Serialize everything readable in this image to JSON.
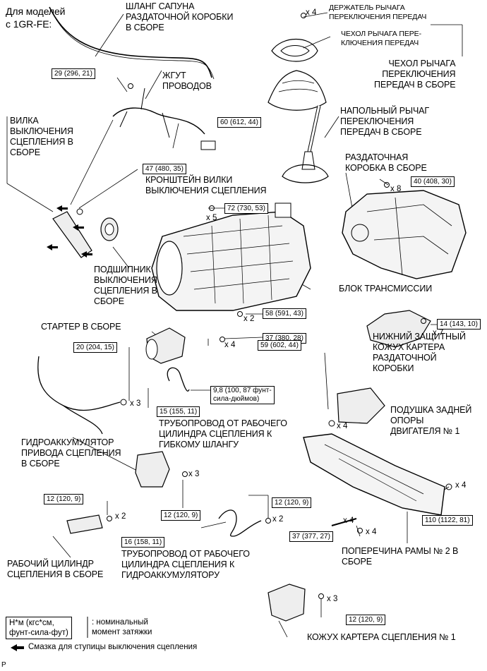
{
  "labels": {
    "models_note": "Для моделей\nс 1GR-FE:",
    "breather_hose": "ШЛАНГ САПУНА\nРАЗДАТОЧНОЙ КОРОБКИ\nВ СБОРЕ",
    "lever_retainer": "ДЕРЖАТЕЛЬ РЫЧАГА\nПЕРЕКЛЮЧЕНИЯ ПЕРЕДАЧ",
    "lever_boot": "ЧЕХОЛ РЫЧАГА ПЕРЕ-\nКЛЮЧЕНИЯ ПЕРЕДАЧ",
    "lever_boot_assy": "ЧЕХОЛ РЫЧАГА\nПЕРЕКЛЮЧЕНИЯ\nПЕРЕДАЧ В СБОРЕ",
    "wire_harness": "ЖГУТ\nПРОВОДОВ",
    "floor_shift_lever": "НАПОЛЬНЫЙ РЫЧАГ\nПЕРЕКЛЮЧЕНИЯ\nПЕРЕДАЧ В СБОРЕ",
    "release_fork": "ВИЛКА\nВЫКЛЮЧЕНИЯ\nСЦЕПЛЕНИЯ В\nСБОРЕ",
    "transfer_case": "РАЗДАТОЧНАЯ\nКОРОБКА В СБОРЕ",
    "fork_bracket": "КРОНШТЕЙН ВИЛКИ\nВЫКЛЮЧЕНИЯ СЦЕПЛЕНИЯ",
    "release_bearing": "ПОДШИПНИК\nВЫКЛЮЧЕНИЯ\nСЦЕПЛЕНИЯ В\nСБОРЕ",
    "transmission": "БЛОК ТРАНСМИССИИ",
    "starter": "СТАРТЕР В СБОРЕ",
    "lower_cover": "НИЖНИЙ ЗАЩИТНЫЙ\nКОЖУХ КАРТЕРА\nРАЗДАТОЧНОЙ\nКОРОБКИ",
    "rear_mount": "ПОДУШКА ЗАДНЕЙ\nОПОРЫ\nДВИГАТЕЛЯ № 1",
    "tube_to_hose": "ТРУБОПРОВОД ОТ РАБОЧЕГО\nЦИЛИНДРА СЦЕПЛЕНИЯ К\nГИБКОМУ ШЛАНГУ",
    "accumulator": "ГИДРОАККУМУЛЯТОР\nПРИВОДА СЦЕПЛЕНИЯ\nВ СБОРЕ",
    "tube_to_accumulator": "ТРУБОПРОВОД ОТ РАБОЧЕГО\nЦИЛИНДРА СЦЕПЛЕНИЯ К\nГИДРОАККУМУЛЯТОРУ",
    "crossmember": "ПОПЕРЕЧИНА РАМЫ № 2 В\nСБОРЕ",
    "release_cylinder": "РАБОЧИЙ ЦИЛИНДР\nСЦЕПЛЕНИЯ В СБОРЕ",
    "clutch_housing_cover": "КОЖУХ КАРТЕРА СЦЕПЛЕНИЯ № 1"
  },
  "torques": {
    "t29": "29 (296, 21)",
    "t60": "60 (612, 44)",
    "t47": "47 (480, 35)",
    "t40": "40 (408, 30)",
    "t72": "72 (730, 53)",
    "t58": "58 (591, 43)",
    "t14": "14 (143, 10)",
    "t37a": "37 (380, 28)",
    "t20": "20 (204, 15)",
    "t59": "59 (602, 44)",
    "t98": "9,8 (100, 87 фунт-\nсила-дюймов)",
    "t15": "15 (155, 11)",
    "t12b": "12 (120, 9)",
    "t12a": "12 (120, 9)",
    "t12c": "12 (120, 9)",
    "t110": "110 (1122, 81)",
    "t37b": "37 (377, 27)",
    "t16": "16 (158, 11)",
    "t12d": "12 (120, 9)"
  },
  "multipliers": {
    "m_x4a": "x 4",
    "m_x8": "x 8",
    "m_x5": "x 5",
    "m_x2a": "x 2",
    "m_x7": "x 7",
    "m_x4b": "x 4",
    "m_x3a": "x 3",
    "m_x4c": "x 4",
    "m_x3b": "x 3",
    "m_x4d": "x 4",
    "m_x2b": "x 2",
    "m_x2c": "x 2",
    "m_x4e": "x 4",
    "m_x4f": "x 4",
    "m_x3c": "x 3"
  },
  "legend": {
    "unit_box": "Н*м (кгс*см,\nфунт-сила-фут)",
    "unit_desc": ": номинальный\nмомент затяжки",
    "grease_note": "Смазка для ступицы выключения сцепления",
    "page_marker": "P"
  }
}
